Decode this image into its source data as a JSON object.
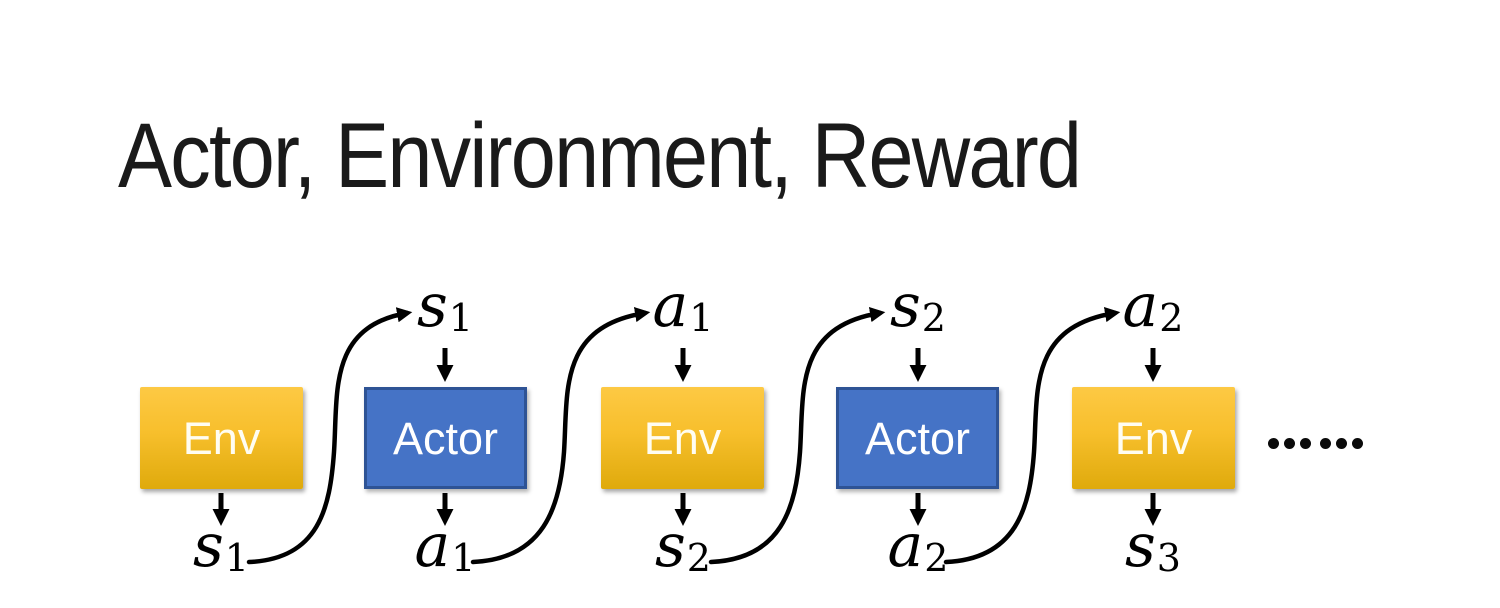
{
  "title": "Actor, Environment, Reward",
  "diagram": {
    "boxes": [
      {
        "label": "Env",
        "type": "env"
      },
      {
        "label": "Actor",
        "type": "actor"
      },
      {
        "label": "Env",
        "type": "env"
      },
      {
        "label": "Actor",
        "type": "actor"
      },
      {
        "label": "Env",
        "type": "env"
      }
    ],
    "top_labels": [
      {
        "letter": "s",
        "sub": "1"
      },
      {
        "letter": "a",
        "sub": "1"
      },
      {
        "letter": "s",
        "sub": "2"
      },
      {
        "letter": "a",
        "sub": "2"
      }
    ],
    "bottom_labels": [
      {
        "letter": "s",
        "sub": "1"
      },
      {
        "letter": "a",
        "sub": "1"
      },
      {
        "letter": "s",
        "sub": "2"
      },
      {
        "letter": "a",
        "sub": "2"
      },
      {
        "letter": "s",
        "sub": "3"
      }
    ],
    "ellipsis": "……"
  },
  "colors": {
    "env_gradient_top": "#FDC944",
    "env_gradient_bottom": "#DFAA0C",
    "actor_fill": "#4573C6",
    "actor_border": "#2E5395",
    "arrow": "#000000",
    "title_text": "#1A1A1A",
    "box_text": "#FFFFFF",
    "background": "#FFFFFF"
  }
}
